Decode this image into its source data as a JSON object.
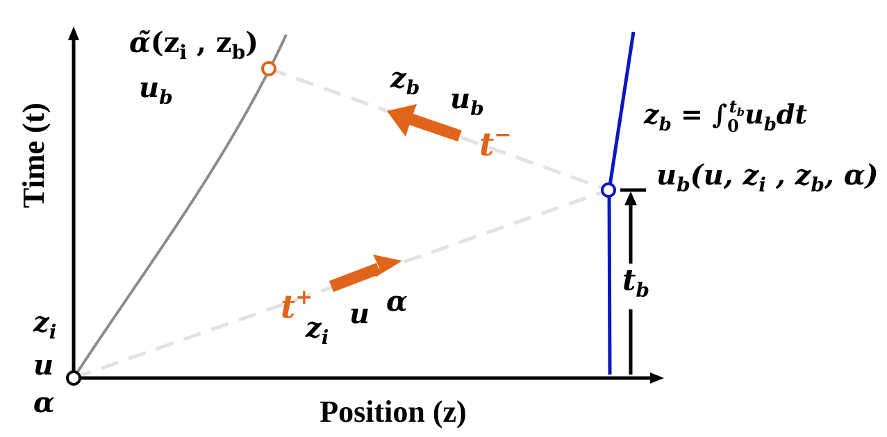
{
  "axes": {
    "x_label": "Position (z)",
    "y_label": "Time (t)"
  },
  "origin_labels": {
    "z": "z",
    "z_sub": "i",
    "u": "u",
    "alpha": "α"
  },
  "gray_curve_labels": {
    "alpha_tilde": "α̃",
    "alpha_args_open": "(z",
    "alpha_args_i": "i",
    "alpha_args_mid": " , z",
    "alpha_args_b": "b",
    "alpha_args_close": ")",
    "u": "u",
    "u_sub": "b"
  },
  "upper_arrow_labels": {
    "z": "z",
    "z_sub": "b",
    "u": "u",
    "u_sub": "b",
    "t": "t",
    "t_sup": "−"
  },
  "lower_arrow_labels": {
    "t": "t",
    "t_sup": "+",
    "z": "z",
    "z_sub": "i",
    "u": "u",
    "alpha": "α"
  },
  "boundary_labels": {
    "eq_z": "z",
    "eq_z_sub": "b",
    "eq_rest": " = ∫",
    "eq_lower": "0",
    "eq_upper": "t",
    "eq_upper_sub": "b",
    "eq_u": "u",
    "eq_u_sub": "b",
    "eq_dt": "dt",
    "ub_u": "u",
    "ub_sub": "b",
    "ub_args_open": "(u, z",
    "ub_args_i": "i",
    "ub_args_mid": " , z",
    "ub_args_b": "b",
    "ub_args_close": ", α)",
    "tb": "t",
    "tb_sub": "b"
  },
  "colors": {
    "orange": "#e0651a",
    "blue": "#0a17c4",
    "gray": "#8c8c8c",
    "dash": "#e2e2e2"
  }
}
